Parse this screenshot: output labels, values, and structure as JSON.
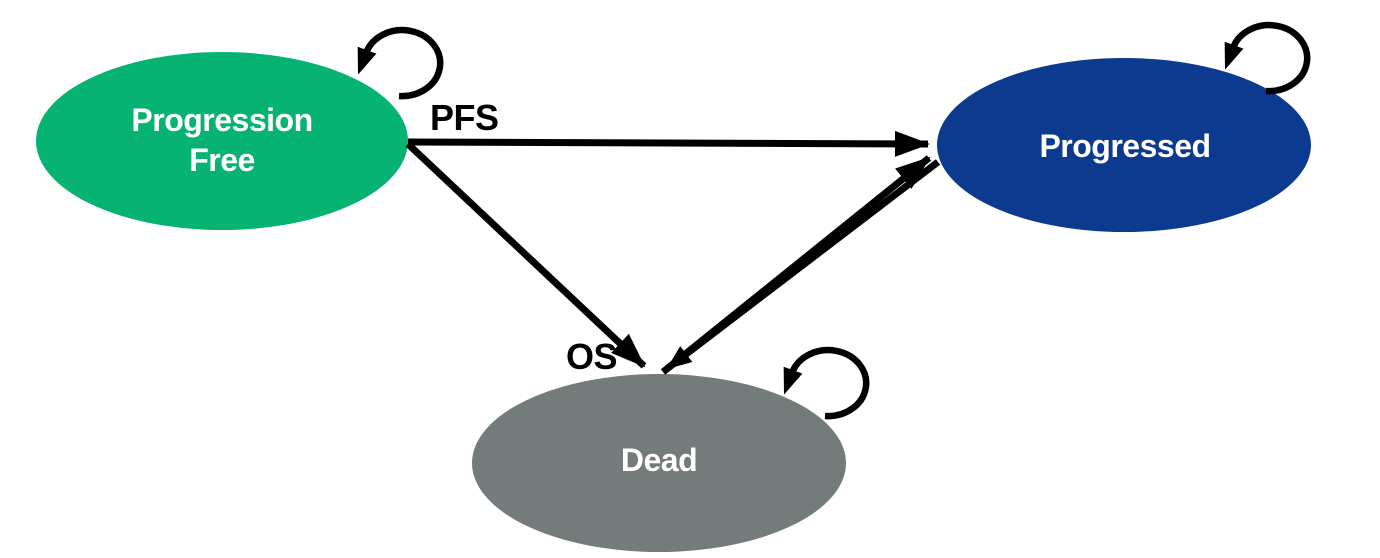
{
  "diagram": {
    "type": "state-transition-diagram",
    "background_color": "#ffffff",
    "arrow_color": "#000000",
    "states": [
      {
        "name": "Progression Free",
        "label_lines": [
          "Progression",
          "Free"
        ],
        "fill": "#06B372",
        "text_color": "#ffffff"
      },
      {
        "name": "Progressed",
        "label_lines": [
          "Progressed"
        ],
        "fill": "#0B3A8F",
        "text_color": "#ffffff"
      },
      {
        "name": "Dead",
        "label_lines": [
          "Dead"
        ],
        "fill": "#737B7B",
        "text_color": "#ffffff"
      }
    ],
    "transition_labels": {
      "pfs": "PFS",
      "os": "OS"
    },
    "transitions": [
      {
        "from": "Progression Free",
        "to": "Progressed",
        "label": "PFS"
      },
      {
        "from": "Progression Free",
        "to": "Dead",
        "label": "OS"
      },
      {
        "from": "Progressed",
        "to": "Dead",
        "label": ""
      },
      {
        "from": "Dead",
        "to": "Progressed",
        "label": ""
      },
      {
        "from": "Progression Free",
        "to": "Progression Free",
        "label": "",
        "kind": "self-loop"
      },
      {
        "from": "Progressed",
        "to": "Progressed",
        "label": "",
        "kind": "self-loop"
      },
      {
        "from": "Dead",
        "to": "Dead",
        "label": "",
        "kind": "self-loop"
      }
    ]
  }
}
